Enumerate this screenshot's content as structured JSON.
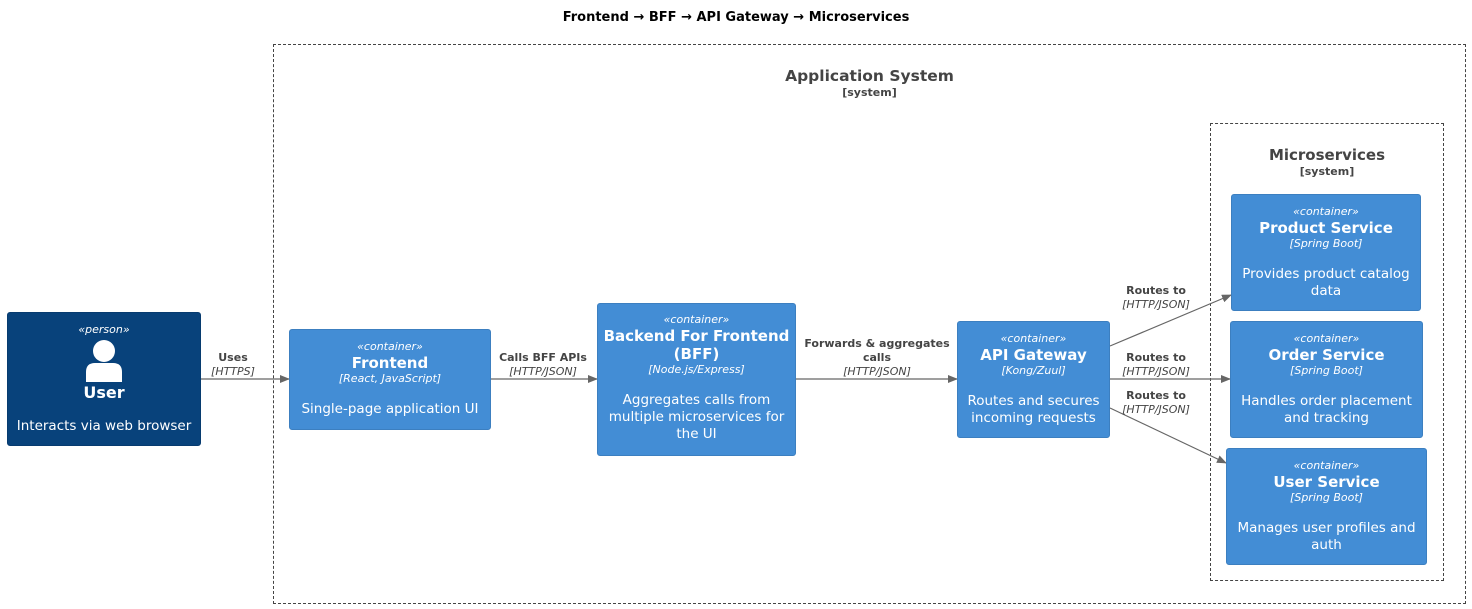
{
  "diagram_title": "Frontend → BFF → API Gateway → Microservices",
  "boundaries": {
    "application": {
      "title": "Application System",
      "type": "[system]"
    },
    "microservices": {
      "title": "Microservices",
      "type": "[system]"
    }
  },
  "nodes": {
    "user": {
      "stereotype": "«person»",
      "name": "User",
      "description": "Interacts via web browser"
    },
    "frontend": {
      "stereotype": "«container»",
      "name": "Frontend",
      "technology": "[React, JavaScript]",
      "description": "Single-page application UI"
    },
    "bff": {
      "stereotype": "«container»",
      "name_line1": "Backend For Frontend",
      "name_line2": "(BFF)",
      "technology": "[Node.js/Express]",
      "description_line1": "Aggregates calls from",
      "description_line2": "multiple microservices for",
      "description_line3": "the UI"
    },
    "gateway": {
      "stereotype": "«container»",
      "name": "API Gateway",
      "technology": "[Kong/Zuul]",
      "description_line1": "Routes and secures",
      "description_line2": "incoming requests"
    },
    "product": {
      "stereotype": "«container»",
      "name": "Product Service",
      "technology": "[Spring Boot]",
      "description_line1": "Provides product catalog",
      "description_line2": "data"
    },
    "order": {
      "stereotype": "«container»",
      "name": "Order Service",
      "technology": "[Spring Boot]",
      "description_line1": "Handles order placement",
      "description_line2": "and tracking"
    },
    "userservice": {
      "stereotype": "«container»",
      "name": "User Service",
      "technology": "[Spring Boot]",
      "description_line1": "Manages user profiles and",
      "description_line2": "auth"
    }
  },
  "edges": {
    "uses": {
      "label": "Uses",
      "technology": "[HTTPS]"
    },
    "calls_bff": {
      "label": "Calls BFF APIs",
      "technology": "[HTTP/JSON]"
    },
    "forwards": {
      "label_line1": "Forwards & aggregates",
      "label_line2": "calls",
      "technology": "[HTTP/JSON]"
    },
    "routes_product": {
      "label": "Routes to",
      "technology": "[HTTP/JSON]"
    },
    "routes_order": {
      "label": "Routes to",
      "technology": "[HTTP/JSON]"
    },
    "routes_user": {
      "label": "Routes to",
      "technology": "[HTTP/JSON]"
    }
  },
  "colors": {
    "container_fill": "#438dd5",
    "person_fill": "#08427b",
    "edge": "#666666",
    "boundary": "#444444"
  }
}
